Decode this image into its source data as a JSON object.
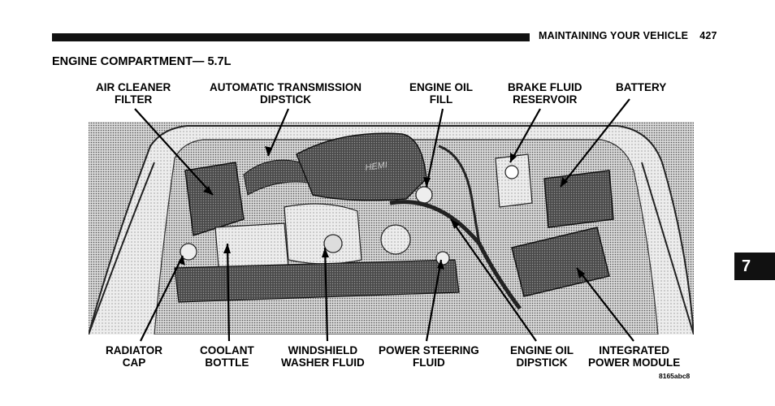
{
  "header": {
    "section": "MAINTAINING YOUR VEHICLE",
    "page": "427"
  },
  "title": "ENGINE COMPARTMENT— 5.7L",
  "labels": {
    "air_cleaner": [
      "AIR CLEANER",
      "FILTER"
    ],
    "trans_dipstick": [
      "AUTOMATIC TRANSMISSION",
      "DIPSTICK"
    ],
    "oil_fill": [
      "ENGINE OIL",
      "FILL"
    ],
    "brake_fluid": [
      "BRAKE FLUID",
      "RESERVOIR"
    ],
    "battery": [
      "BATTERY"
    ],
    "radiator_cap": [
      "RADIATOR",
      "CAP"
    ],
    "coolant": [
      "COOLANT",
      "BOTTLE"
    ],
    "washer": [
      "WINDSHIELD",
      "WASHER FLUID"
    ],
    "power_steering": [
      "POWER STEERING",
      "FLUID"
    ],
    "oil_dipstick": [
      "ENGINE OIL",
      "DIPSTICK"
    ],
    "ipm": [
      "INTEGRATED",
      "POWER MODULE"
    ]
  },
  "chapter": "7",
  "figure_code": "8165abc8"
}
